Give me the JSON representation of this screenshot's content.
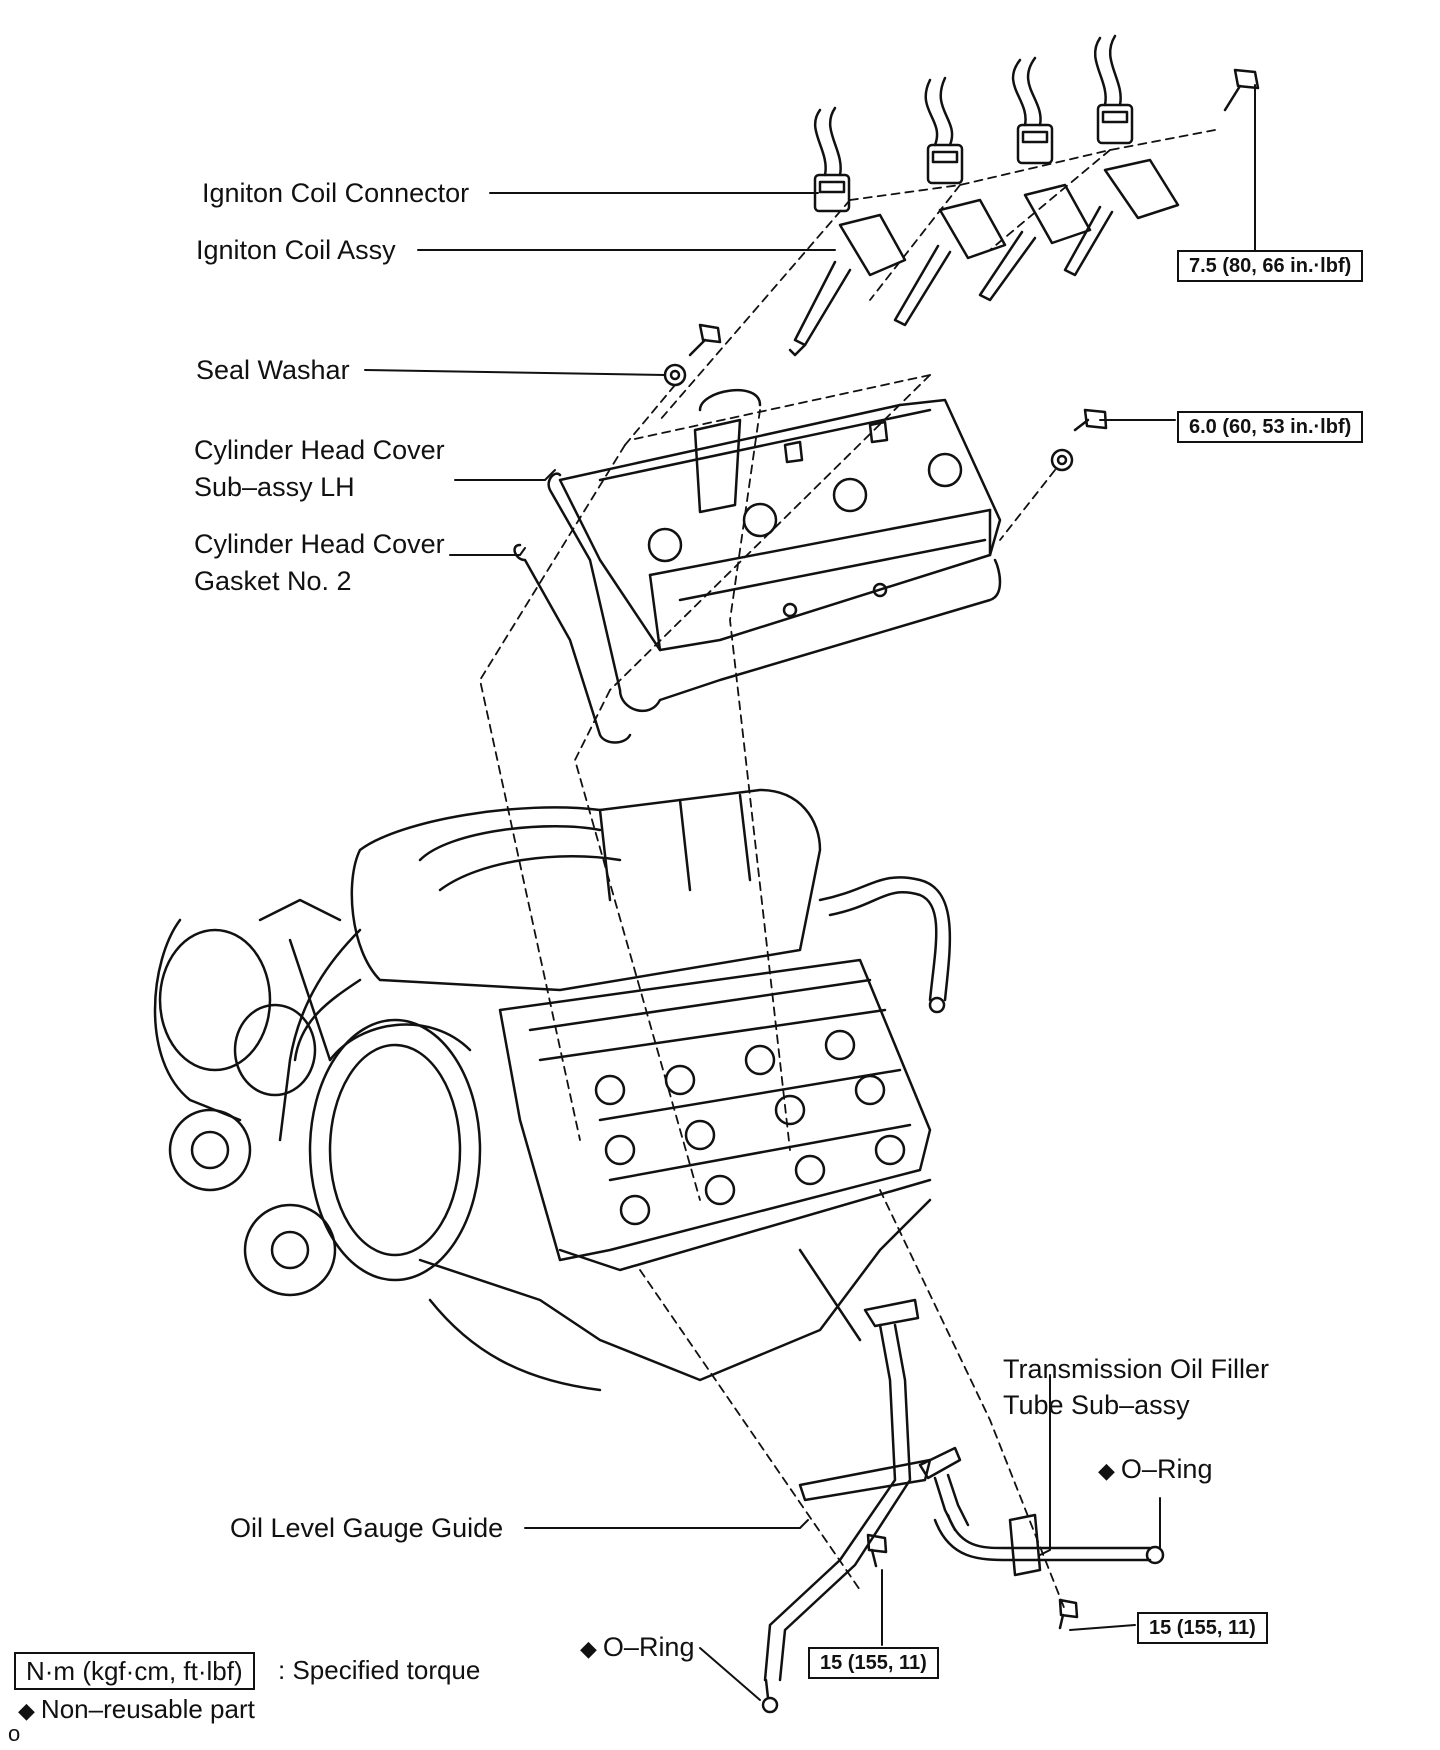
{
  "labels": {
    "ignition_coil_connector": "Igniton Coil Connector",
    "ignition_coil_assy": "Igniton Coil Assy",
    "seal_washer": "Seal Washar",
    "cyl_head_cover_l1": "Cylinder Head Cover",
    "cyl_head_cover_l2": "Sub–assy LH",
    "cyl_head_gasket_l1": "Cylinder Head Cover",
    "cyl_head_gasket_l2": "Gasket No. 2",
    "trans_filler_l1": "Transmission  Oil  Filler",
    "trans_filler_l2": "Tube Sub–assy",
    "o_ring_right": "O–Ring",
    "o_ring_bottom": "O–Ring",
    "oil_gauge_guide": "Oil Level Gauge Guide"
  },
  "torques": {
    "coil_bolt": "7.5 (80, 66 in.·lbf)",
    "cover_bolt": "6.0 (60, 53 in.·lbf)",
    "gauge_bolt": "15 (155, 11)",
    "filler_bolt": "15 (155, 11)"
  },
  "legend": {
    "unit_box": "N·m (kgf·cm, ft·lbf)",
    "unit_desc": ": Specified torque",
    "nonreusable": "Non–reusable part",
    "diamond_symbol": "◆"
  },
  "corner_mark": "o"
}
